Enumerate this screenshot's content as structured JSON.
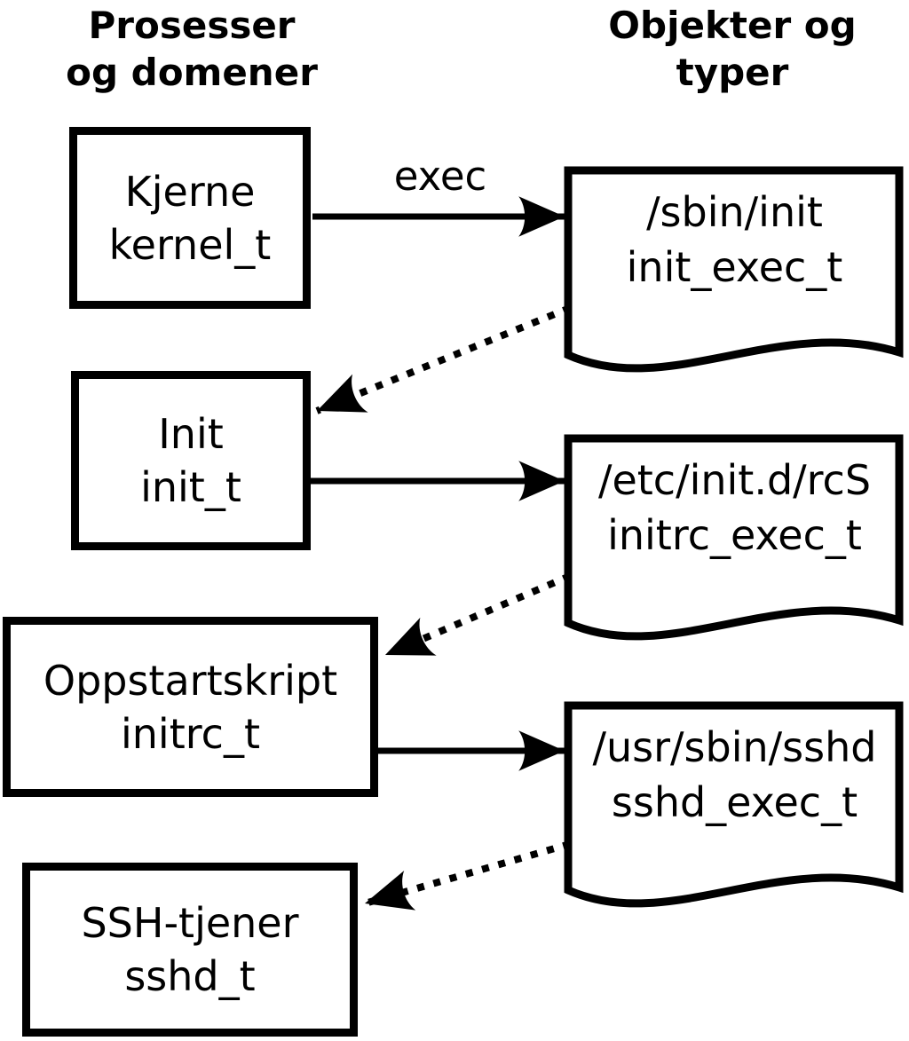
{
  "columns": {
    "left_title_line1": "Prosesser",
    "left_title_line2": "og domener",
    "right_title_line1": "Objekter og",
    "right_title_line2": "typer"
  },
  "processes": [
    {
      "name": "Kjerne",
      "domain": "kernel_t"
    },
    {
      "name": "Init",
      "domain": "init_t"
    },
    {
      "name": "Oppstartskript",
      "domain": "initrc_t"
    },
    {
      "name": "SSH-tjener",
      "domain": "sshd_t"
    }
  ],
  "objects": [
    {
      "path": "/sbin/init",
      "type": "init_exec_t"
    },
    {
      "path": "/etc/init.d/rcS",
      "type": "initrc_exec_t"
    },
    {
      "path": "/usr/sbin/sshd",
      "type": "sshd_exec_t"
    }
  ],
  "arrows": [
    {
      "from": "kernel_t",
      "to": "init_exec_t",
      "style": "solid",
      "label": "exec"
    },
    {
      "from": "init_exec_t",
      "to": "init_t",
      "style": "dotted",
      "label": ""
    },
    {
      "from": "init_t",
      "to": "initrc_exec_t",
      "style": "solid",
      "label": ""
    },
    {
      "from": "initrc_exec_t",
      "to": "initrc_t",
      "style": "dotted",
      "label": ""
    },
    {
      "from": "initrc_t",
      "to": "sshd_exec_t",
      "style": "solid",
      "label": ""
    },
    {
      "from": "sshd_exec_t",
      "to": "sshd_t",
      "style": "dotted",
      "label": ""
    }
  ],
  "colors": {
    "ink": "#000000",
    "background": "#ffffff"
  }
}
